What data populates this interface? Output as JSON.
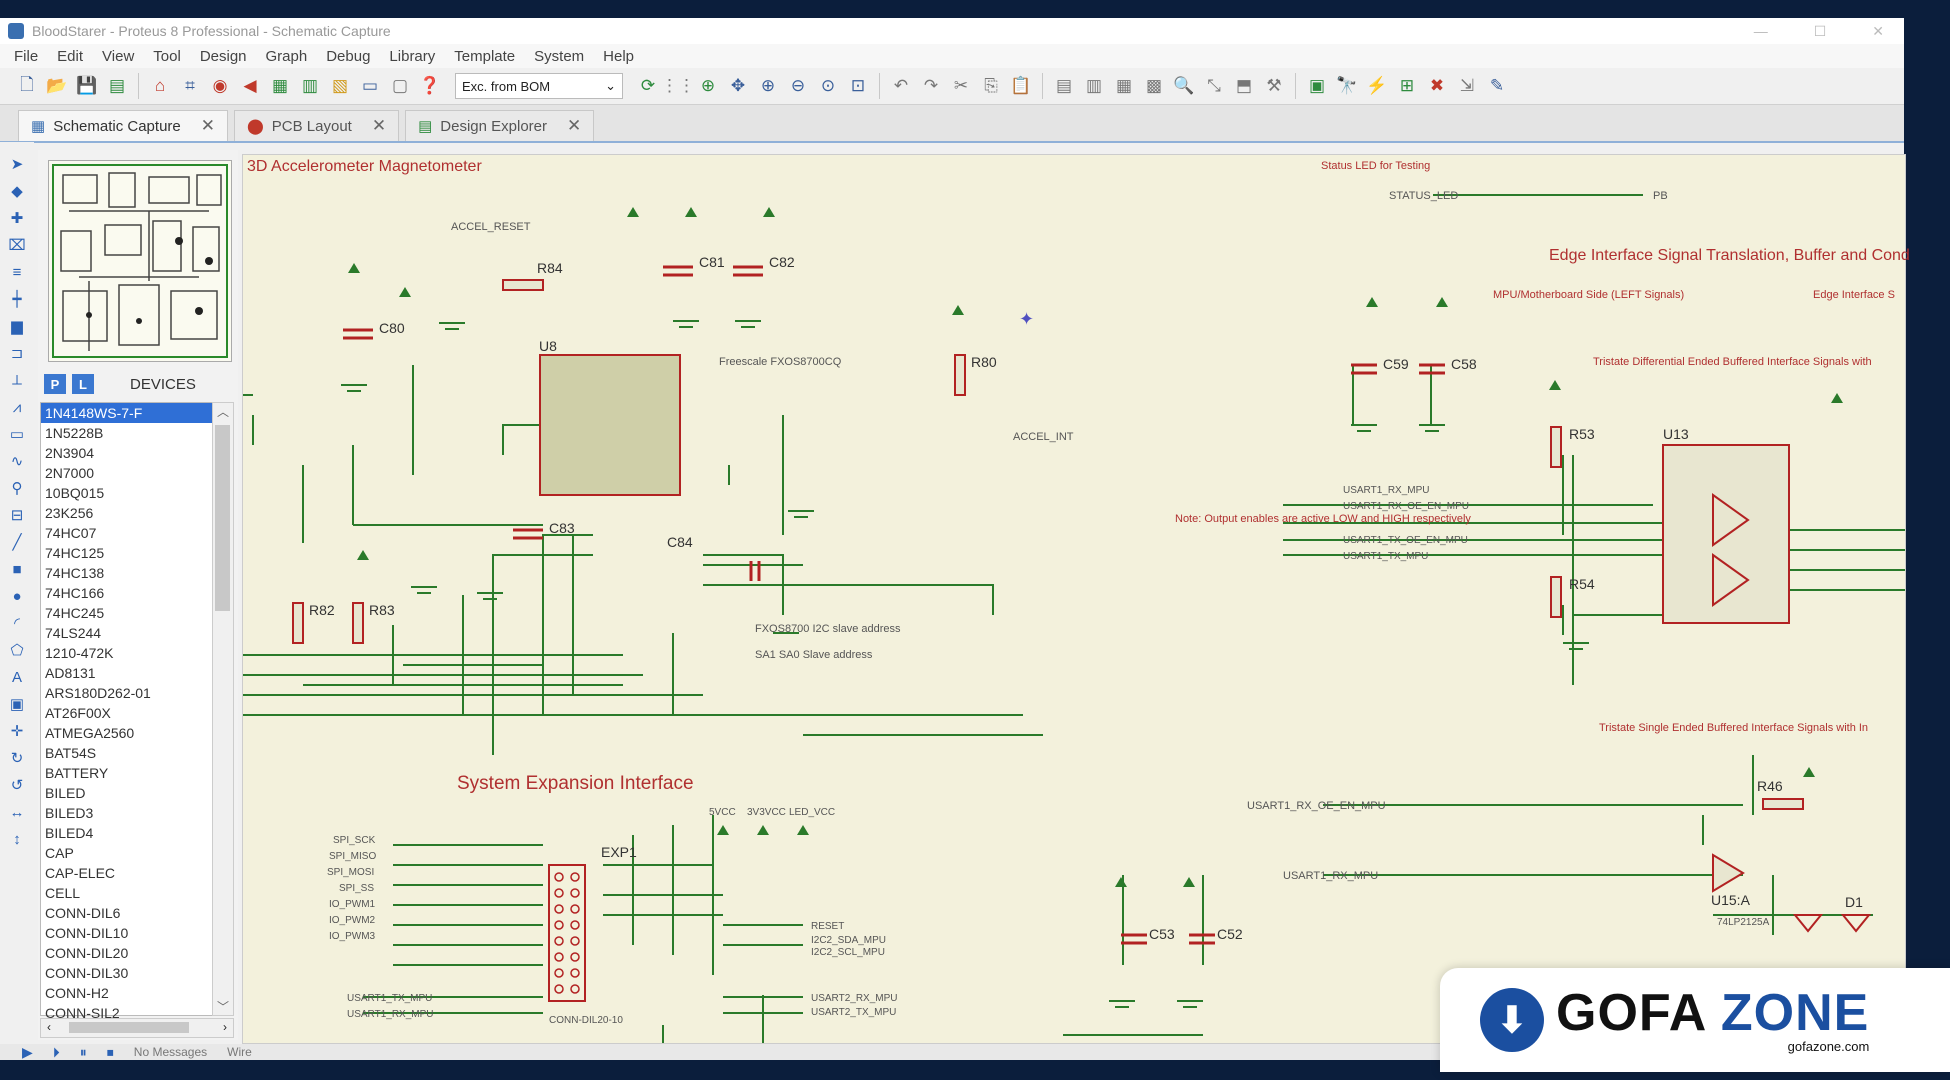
{
  "window": {
    "title": "BloodStarer - Proteus 8 Professional - Schematic Capture"
  },
  "menu": [
    "File",
    "Edit",
    "View",
    "Tool",
    "Design",
    "Graph",
    "Debug",
    "Library",
    "Template",
    "System",
    "Help"
  ],
  "toolbar": {
    "variant_select": "Exc. from BOM"
  },
  "tabs": [
    {
      "label": "Schematic Capture",
      "active": true
    },
    {
      "label": "PCB Layout",
      "active": false
    },
    {
      "label": "Design Explorer",
      "active": false
    }
  ],
  "devices": {
    "mode_p": "P",
    "mode_l": "L",
    "title": "DEVICES",
    "items": [
      "1N4148WS-7-F",
      "1N5228B",
      "2N3904",
      "2N7000",
      "10BQ015",
      "23K256",
      "74HC07",
      "74HC125",
      "74HC138",
      "74HC166",
      "74HC245",
      "74LS244",
      "1210-472K",
      "AD8131",
      "ARS180D262-01",
      "AT26F00X",
      "ATMEGA2560",
      "BAT54S",
      "BATTERY",
      "BILED",
      "BILED3",
      "BILED4",
      "CAP",
      "CAP-ELEC",
      "CELL",
      "CONN-DIL6",
      "CONN-DIL10",
      "CONN-DIL20",
      "CONN-DIL30",
      "CONN-H2",
      "CONN-SIL2"
    ]
  },
  "schematic": {
    "accel_title": "3D Accelerometer Magnetometer",
    "expansion_title": "System Expansion Interface",
    "edge_title": "Edge Interface Signal Translation, Buffer and Cond",
    "status_led_note": "Status LED for Testing",
    "status_led_net": "STATUS_LED",
    "pb_net": "PB",
    "note_output": "Note: Output enables are active LOW and HIGH respectively",
    "mpu_left": "MPU/Motherboard Side (LEFT Signals)",
    "edge_if": "Edge Interface S",
    "tristate_diff": "Tristate Differential Ended Buffered Interface Signals with",
    "tristate_single": "Tristate Single Ended Buffered Interface Signals with In",
    "accel_reset": "ACCEL_RESET",
    "accel_int": "ACCEL_INT",
    "fxos_label": "Freescale FXOS8700CQ",
    "i2c_addr": "FXOS8700 I2C slave address",
    "sa_addr": "SA1 SA0 Slave address",
    "refs": {
      "u8": "U8",
      "u13": "U13",
      "u15a": "U15:A",
      "exp1": "EXP1",
      "d1": "D1",
      "r84": "R84",
      "r80": "R80",
      "r82": "R82",
      "r83": "R83",
      "r53": "R53",
      "r54": "R54",
      "r46": "R46",
      "c81": "C81",
      "c82": "C82",
      "c80": "C80",
      "c83": "C83",
      "c84": "C84",
      "c59": "C59",
      "c58": "C58",
      "c53": "C53",
      "c52": "C52"
    },
    "exp_nets_left": [
      "SPI_SCK",
      "SPI_MISO",
      "SPI_MOSI",
      "SPI_SS",
      "IO_PWM1",
      "IO_PWM2",
      "IO_PWM3"
    ],
    "exp_nets_right": [
      "RESET",
      "I2C2_SDA_MPU",
      "I2C2_SCL_MPU",
      "USART2_RX_MPU",
      "USART2_TX_MPU"
    ],
    "exp_nets_usart": [
      "USART1_TX_MPU",
      "USART1_RX_MPU"
    ],
    "exp_pwr": [
      "5VCC",
      "3V3VCC",
      "LED_VCC"
    ],
    "u13_nets": [
      "USART1_RX_MPU",
      "USART1_RX_OE_EN_MPU",
      "USART1_TX_OE_EN_MPU",
      "USART1_TX_MPU"
    ],
    "u15_nets": [
      "USART1_RX_OE_EN_MPU",
      "USART1_RX_MPU"
    ],
    "u15_part": "74LP2125A",
    "conn_part": "CONN-DIL20-10"
  },
  "status": {
    "messages": "No Messages",
    "mode": "Wire"
  },
  "watermark": {
    "brand_a": "GOFA",
    "brand_b": "ZONE",
    "site": "gofazone.com"
  }
}
